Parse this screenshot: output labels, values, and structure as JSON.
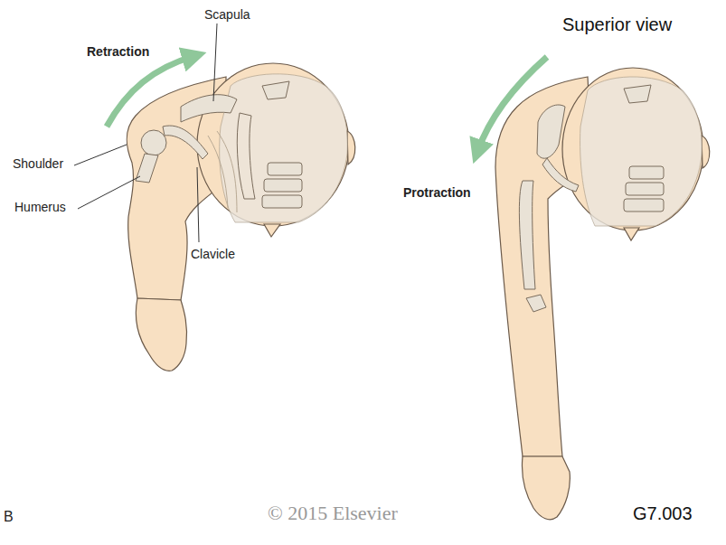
{
  "diagram": {
    "labels": [
      "Scapula",
      "Superior view",
      "Retraction",
      "Shoulder",
      "Humerus",
      "Clavicle",
      "Protraction",
      "B",
      "© 2015 Elsevier",
      "G7.003"
    ]
  }
}
